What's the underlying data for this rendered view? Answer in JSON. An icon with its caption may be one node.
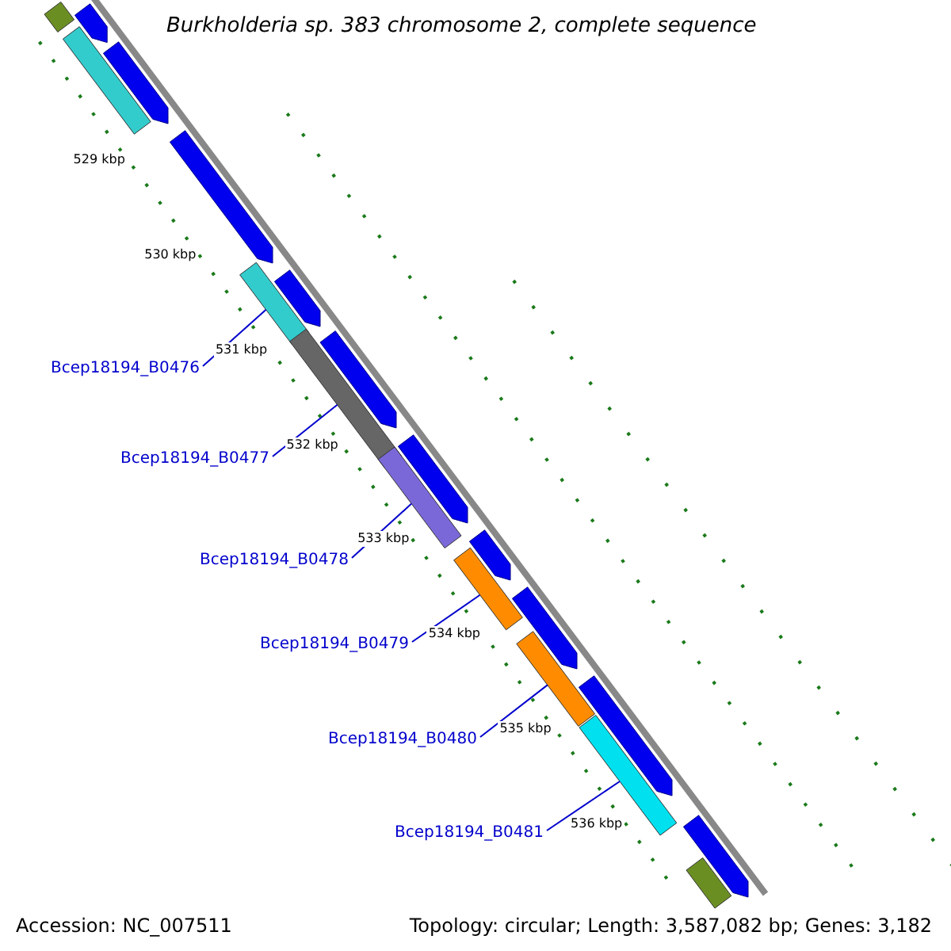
{
  "diagram": {
    "title": "Burkholderia sp. 383 chromosome 2, complete sequence",
    "nodes": [
      {
        "text": [
          "Bcep18194_B0476"
        ]
      },
      {
        "text": [
          "Bcep18194_B0477"
        ]
      },
      {
        "text": [
          "Bcep18194_B0478"
        ]
      },
      {
        "text": [
          "Bcep18194_B0479"
        ]
      },
      {
        "text": [
          "Bcep18194_B0480"
        ]
      },
      {
        "text": [
          "Bcep18194_B0481"
        ]
      },
      {
        "text": [],
        "shape": "bar"
      },
      {
        "text": [],
        "shape": "bar"
      },
      {
        "text": [],
        "shape": "bar"
      },
      {
        "text": [],
        "shape": "bar"
      },
      {
        "text": [],
        "shape": "bar"
      },
      {
        "text": [],
        "shape": "bar"
      },
      {
        "text": [],
        "shape": "bar"
      },
      {
        "text": [],
        "shape": "bar"
      },
      {
        "text": [],
        "shape": "bar"
      },
      {
        "text": [],
        "shape": "arrow"
      },
      {
        "text": [],
        "shape": "arrow"
      },
      {
        "text": [],
        "shape": "arrow"
      },
      {
        "text": [],
        "shape": "arrow"
      },
      {
        "text": [],
        "shape": "arrow"
      },
      {
        "text": [],
        "shape": "arrow"
      },
      {
        "text": [],
        "shape": "arrow"
      },
      {
        "text": [],
        "shape": "arrow"
      },
      {
        "text": [],
        "shape": "arrow"
      },
      {
        "text": [],
        "shape": "arrow"
      }
    ],
    "edges": [
      {
        "from": 0,
        "to": 6,
        "arrow": "none"
      },
      {
        "from": 1,
        "to": 7,
        "arrow": "none"
      },
      {
        "from": 2,
        "to": 8,
        "arrow": "none"
      },
      {
        "from": 3,
        "to": 9,
        "arrow": "none"
      },
      {
        "from": 4,
        "to": 10,
        "arrow": "none"
      },
      {
        "from": 5,
        "to": 11,
        "arrow": "none"
      }
    ],
    "labels": [
      "529 kbp",
      "530 kbp",
      "531 kbp",
      "532 kbp",
      "533 kbp",
      "534 kbp",
      "535 kbp",
      "536 kbp",
      "Accession: NC_007511",
      "Topology: circular; Length: 3,587,082 bp; Genes: 3,182"
    ]
  }
}
